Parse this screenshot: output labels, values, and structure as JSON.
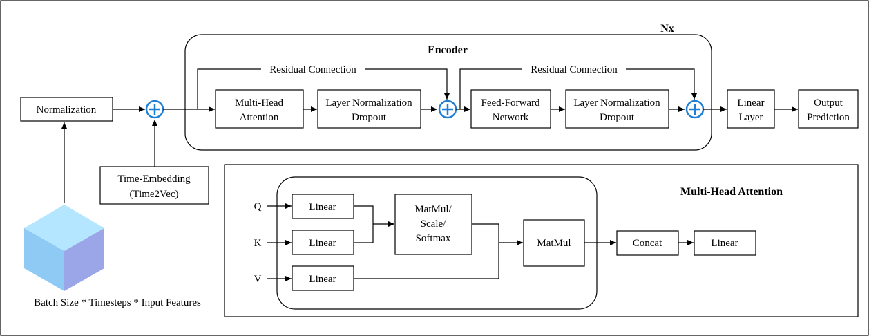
{
  "colors": {
    "line": "#000000",
    "plus": "#1e7fd6",
    "cube_top": "#b5e6ff",
    "cube_left": "#8fcaf5",
    "cube_right": "#9aa6e8"
  },
  "input": {
    "caption": "Batch Size * Timesteps * Input Features",
    "icon": "data-cube-icon"
  },
  "normalization": {
    "label": "Normalization"
  },
  "time_embedding": {
    "line1": "Time-Embedding",
    "line2": "(Time2Vec)"
  },
  "encoder": {
    "title": "Encoder",
    "repeat": "Nx",
    "residual_1": "Residual Connection",
    "residual_2": "Residual Connection",
    "mha": {
      "line1": "Multi-Head",
      "line2": "Attention"
    },
    "norm1": {
      "line1": "Layer Normalization",
      "line2": "Dropout"
    },
    "ffn": {
      "line1": "Feed-Forward",
      "line2": "Network"
    },
    "norm2": {
      "line1": "Layer Normalization",
      "line2": "Dropout"
    }
  },
  "linear_layer": {
    "line1": "Linear",
    "line2": "Layer"
  },
  "output": {
    "line1": "Output",
    "line2": "Prediction"
  },
  "mha_detail": {
    "title": "Multi-Head Attention",
    "q": "Q",
    "k": "K",
    "v": "V",
    "linear_q": "Linear",
    "linear_k": "Linear",
    "linear_v": "Linear",
    "scale": {
      "line1": "MatMul/",
      "line2": "Scale/",
      "line3": "Softmax"
    },
    "matmul": "MatMul",
    "concat": "Concat",
    "linear_out": "Linear"
  }
}
